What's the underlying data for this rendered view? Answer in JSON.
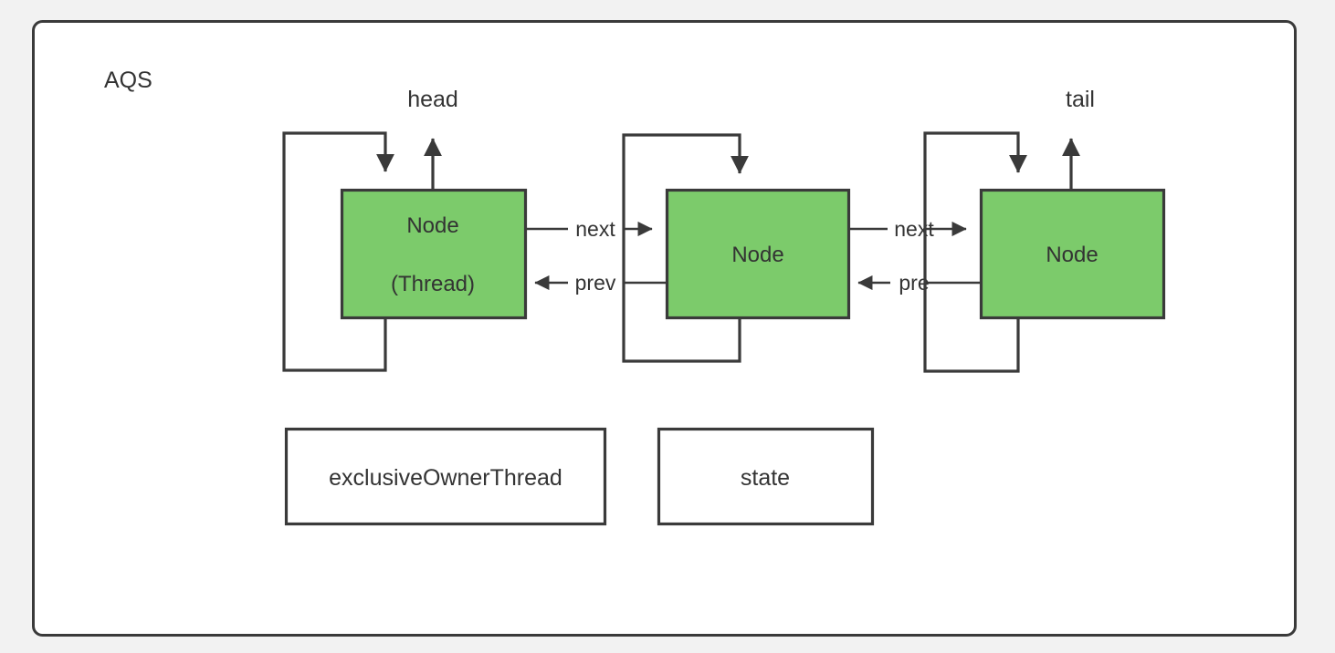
{
  "diagram": {
    "title": "AQS",
    "background_color": "#f2f2f2",
    "canvas_color": "#ffffff",
    "stroke_color": "#3a3a3a",
    "node_fill_color": "#7ccb6b",
    "text_color": "#333333",
    "pointers": {
      "head_label": "head",
      "tail_label": "tail"
    },
    "nodes": [
      {
        "id": "node-1",
        "line1": "Node",
        "line2": "(Thread)"
      },
      {
        "id": "node-2",
        "line1": "Node",
        "line2": ""
      },
      {
        "id": "node-3",
        "line1": "Node",
        "line2": ""
      }
    ],
    "edges": [
      {
        "id": "edge-next-1",
        "label": "next",
        "direction": "right"
      },
      {
        "id": "edge-prev-1",
        "label": "prev",
        "direction": "left"
      },
      {
        "id": "edge-next-2",
        "label": "next",
        "direction": "right"
      },
      {
        "id": "edge-prev-2",
        "label": "pre",
        "direction": "left"
      }
    ],
    "fields": [
      {
        "id": "field-exclusive-owner-thread",
        "label": "exclusiveOwnerThread"
      },
      {
        "id": "field-state",
        "label": "state"
      }
    ]
  }
}
